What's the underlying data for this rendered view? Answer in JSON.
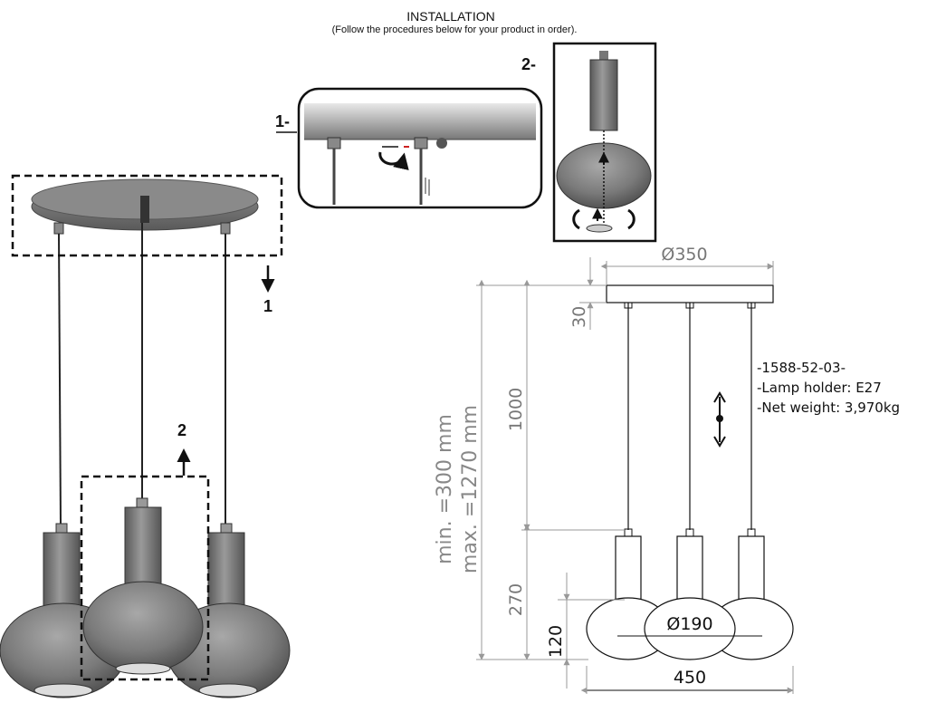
{
  "header": {
    "title": "INSTALLATION",
    "subtitle": "(Follow the procedures below for your product in order)."
  },
  "steps": {
    "step1_label": "1-",
    "step2_label": "2-",
    "step1_marker": "1",
    "step2_marker": "2"
  },
  "dimensions": {
    "canopy_diameter": "Ø350",
    "canopy_height": "30",
    "cable_length": "1000",
    "min_height": "min. =300 mm",
    "max_height": "max. =1270 mm",
    "shade_total": "270",
    "shade_height": "120",
    "shade_diameter": "Ø190",
    "total_width": "450"
  },
  "specs": {
    "code": "-1588-52-03-",
    "lamp_holder": "-Lamp holder: E27",
    "net_weight": "-Net weight: 3,970kg"
  },
  "icons": {
    "rotate": "rotate-arrow-icon",
    "adjust": "height-adjust-icon"
  },
  "colors": {
    "metal_dark": "#6f6f6f",
    "metal_light": "#b5b5b5",
    "line": "#111111",
    "dimension": "#999999"
  }
}
